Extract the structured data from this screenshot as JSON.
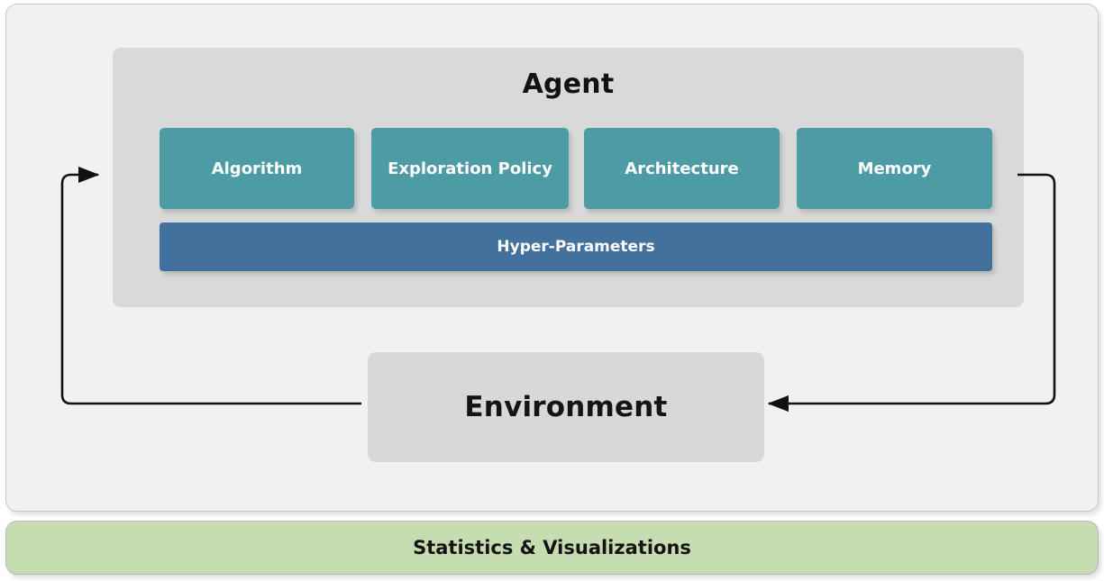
{
  "diagram": {
    "title": "Agent",
    "agent": {
      "label": "Agent",
      "components": [
        {
          "label": "Algorithm",
          "icon": "algorithm-block-icon"
        },
        {
          "label": "Exploration Policy",
          "icon": "exploration-policy-block-icon"
        },
        {
          "label": "Architecture",
          "icon": "architecture-block-icon"
        },
        {
          "label": "Memory",
          "icon": "memory-block-icon"
        }
      ],
      "hyper_parameters_label": "Hyper-Parameters"
    },
    "environment": {
      "label": "Environment"
    },
    "statistics": {
      "label": "Statistics & Visualizations"
    },
    "arrows": [
      {
        "name": "environment-to-agent-arrow",
        "direction": "right",
        "icon": "arrow-right-icon"
      },
      {
        "name": "agent-to-environment-arrow",
        "direction": "left",
        "icon": "arrow-left-icon"
      }
    ],
    "colors": {
      "canvas": "#ffffff",
      "outer_panel": "#f1f1f1",
      "agent_panel": "#d9d9d9",
      "component_card": "#4d9ba4",
      "hyper_parameters": "#42719d",
      "environment_panel": "#d8d8d8",
      "statistics_bar": "#c5ddb0",
      "arrow": "#111111",
      "text_dark": "#141414",
      "text_light": "#ffffff"
    }
  }
}
